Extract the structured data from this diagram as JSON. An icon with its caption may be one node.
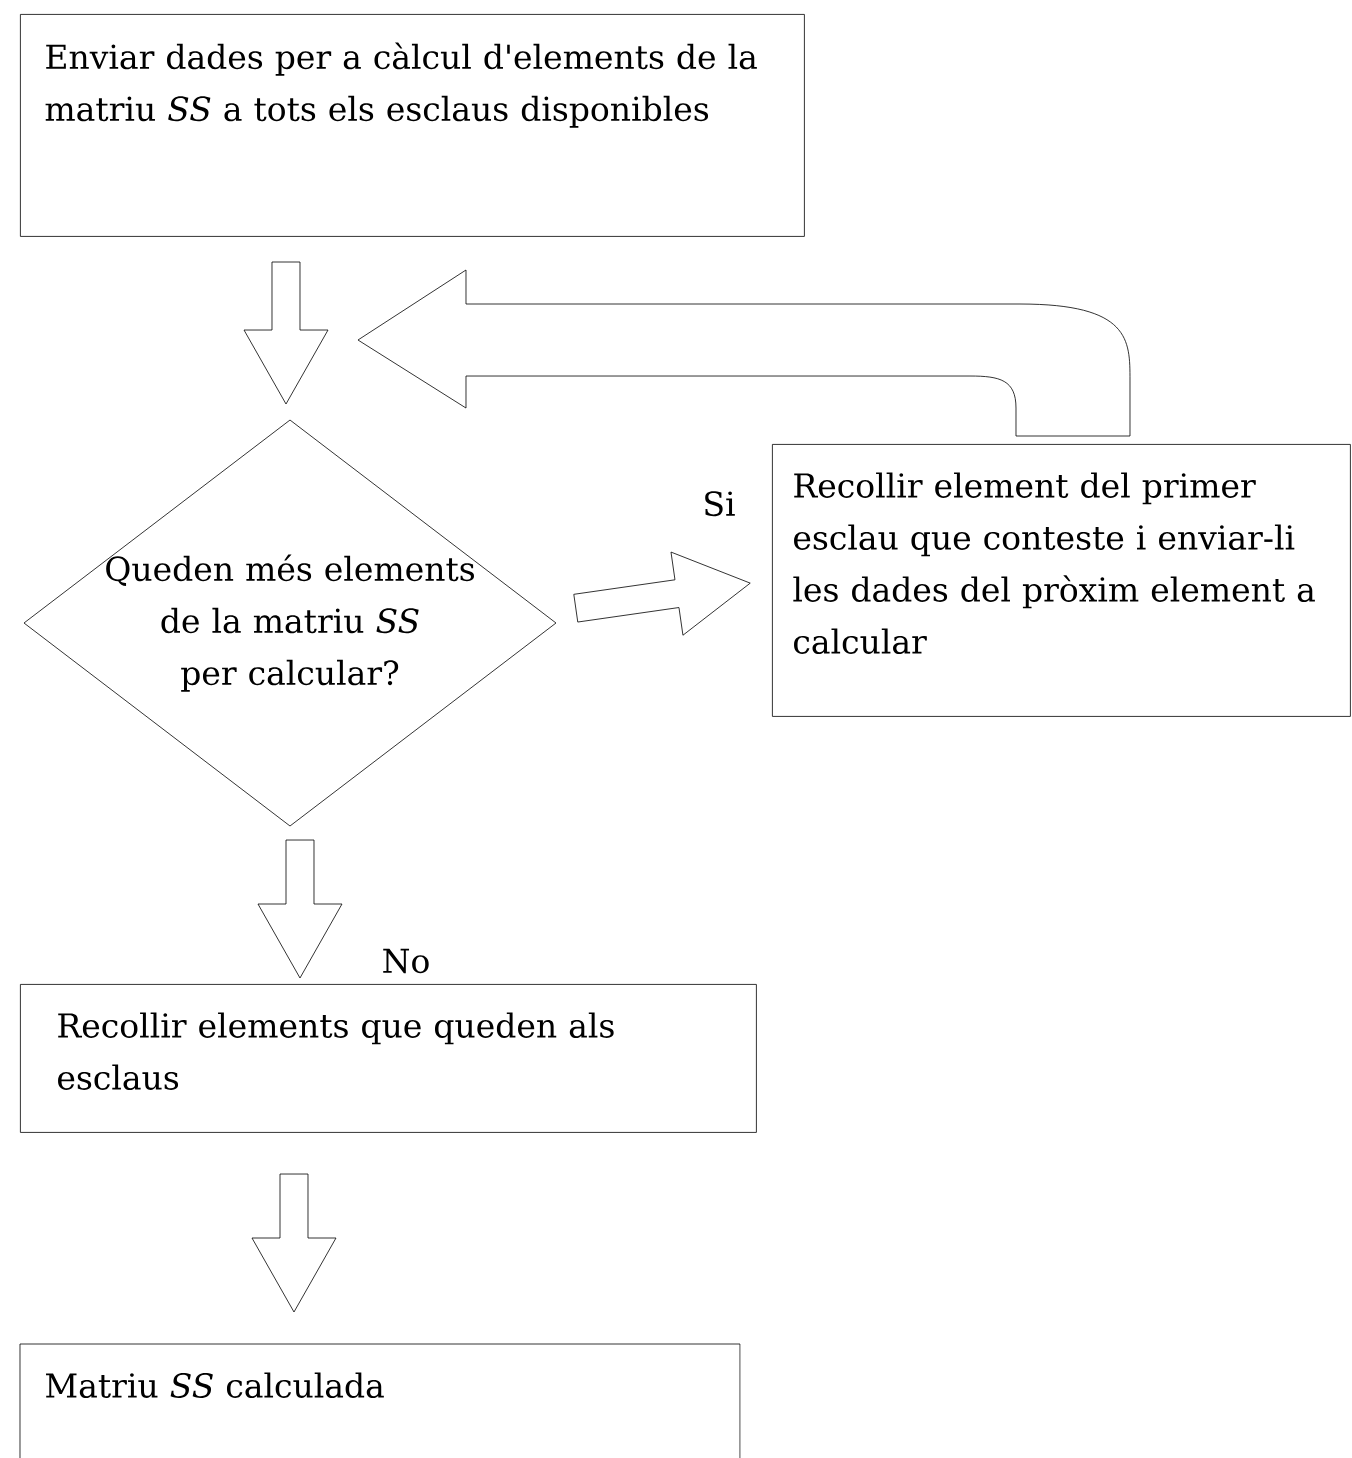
{
  "diagram": {
    "nodes": [
      {
        "text": [
          "Enviar dades per a càlcul d'elements de la matriu *SS* a tots els esclaus disponibles"
        ]
      },
      {
        "text": [
          "Queden més elements de la matriu *SS* per calcular?"
        ]
      },
      {
        "text": [
          "Recollir element del primer esclau que conteste i enviar-li les dades del pròxim element a calcular"
        ]
      },
      {
        "text": [
          "Recollir elements que queden als esclaus"
        ]
      },
      {
        "text": [
          "Matriu *SS* calculada"
        ]
      }
    ],
    "edges": [
      {
        "from": 0,
        "to": 1,
        "arrow": "to"
      },
      {
        "from": 1,
        "to": 2,
        "arrow": "to",
        "label": "Si"
      },
      {
        "from": 2,
        "to": 1,
        "arrow": "to"
      },
      {
        "from": 1,
        "to": 3,
        "arrow": "to",
        "label": "No"
      },
      {
        "from": 3,
        "to": 4,
        "arrow": "to"
      }
    ]
  }
}
